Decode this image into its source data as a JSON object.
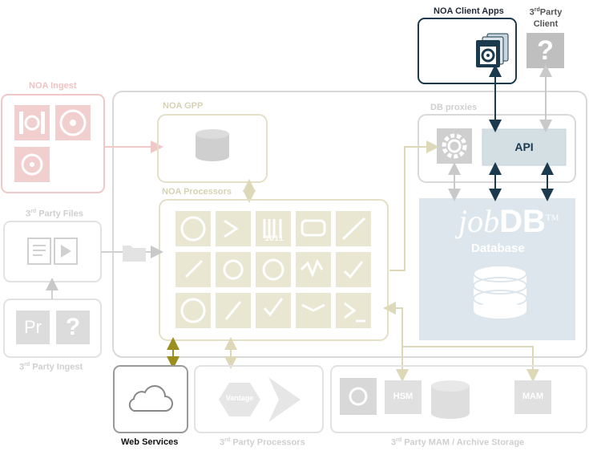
{
  "labels": {
    "noa_client_apps": "NOA Client Apps",
    "third_party_client_sup": "rd",
    "third_party_client_1": "Party",
    "third_party_client_2": "Client",
    "noa_ingest": "NOA Ingest",
    "noa_gpp": "NOA GPP",
    "noa_processors": "NOA Processors",
    "db_proxies": "DB proxies",
    "api": "API",
    "jobdb_logo": "job",
    "jobdb_logo2": "DB",
    "jobdb_tm": "TM",
    "database": "Database",
    "third_party_files": "Party Files",
    "third_party_ingest": "Party Ingest",
    "web_services": "Web Services",
    "third_party_processors": "Party Processors",
    "third_party_mam": "Party MAM / Archive Storage",
    "three": "3",
    "hsm": "HSM",
    "mam": "MAM",
    "vantage": "Vantage",
    "pr": "Pr",
    "question": "?",
    "binary": "1011"
  },
  "colors": {
    "dark_navy": "#1b3a4e",
    "api_fill": "#d4dfe4",
    "db_fill": "#dde6ec",
    "beige": "#e4e0c8",
    "beige_fill": "#ebe8d5",
    "pink": "#f0c8c8",
    "grey": "#cfcfcf",
    "olive": "#9a8f1e"
  }
}
